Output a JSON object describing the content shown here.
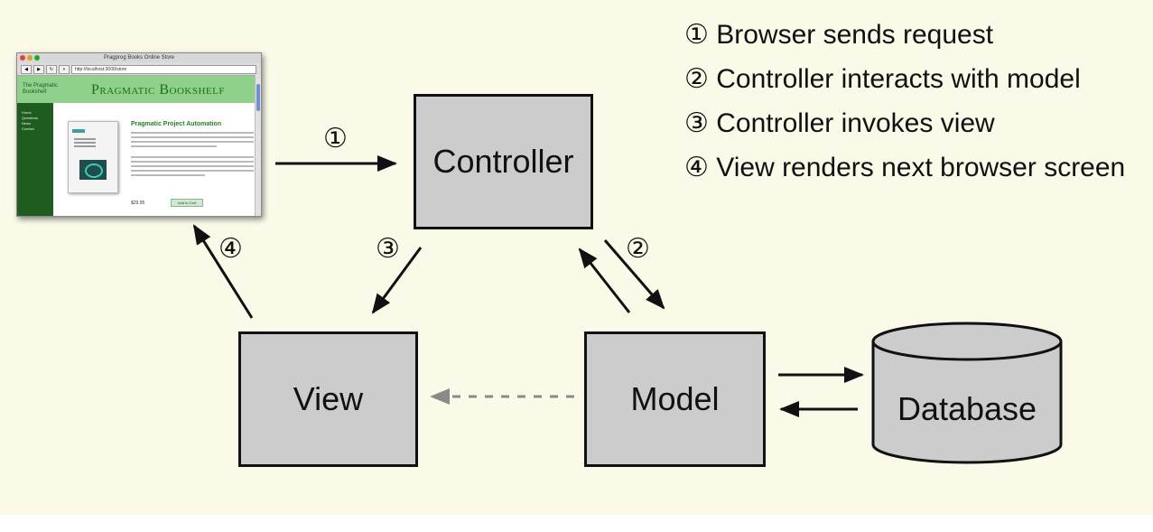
{
  "diagram": {
    "boxes": {
      "controller": "Controller",
      "view": "View",
      "model": "Model",
      "database": "Database"
    },
    "legend": [
      {
        "marker": "①",
        "text": "Browser sends request"
      },
      {
        "marker": "②",
        "text": "Controller interacts with model"
      },
      {
        "marker": "③",
        "text": "Controller invokes view"
      },
      {
        "marker": "④",
        "text": "View renders next browser screen"
      }
    ],
    "arrow_labels": {
      "step1": "①",
      "step2": "②",
      "step3": "③",
      "step4": "④"
    }
  },
  "browser_thumbnail": {
    "window_title": "Pragprog Books Online Store",
    "url": "http://localhost:3000/store",
    "banner_title": "Pragmatic Bookshelf",
    "logo_text": "The Pragmatic Bookshelf",
    "side_menu": [
      "Home",
      "Questions",
      "News",
      "Contact"
    ],
    "product_title": "Pragmatic Project Automation",
    "price": "$29.95",
    "add_to_cart": "Add to Cart"
  },
  "colors": {
    "background": "#fbf9e8",
    "box_fill": "#cccccc",
    "stroke": "#111111",
    "dashed_arrow": "#8a8a8a",
    "banner_green": "#8fd18a",
    "sidebar_green": "#1f5c1f"
  }
}
